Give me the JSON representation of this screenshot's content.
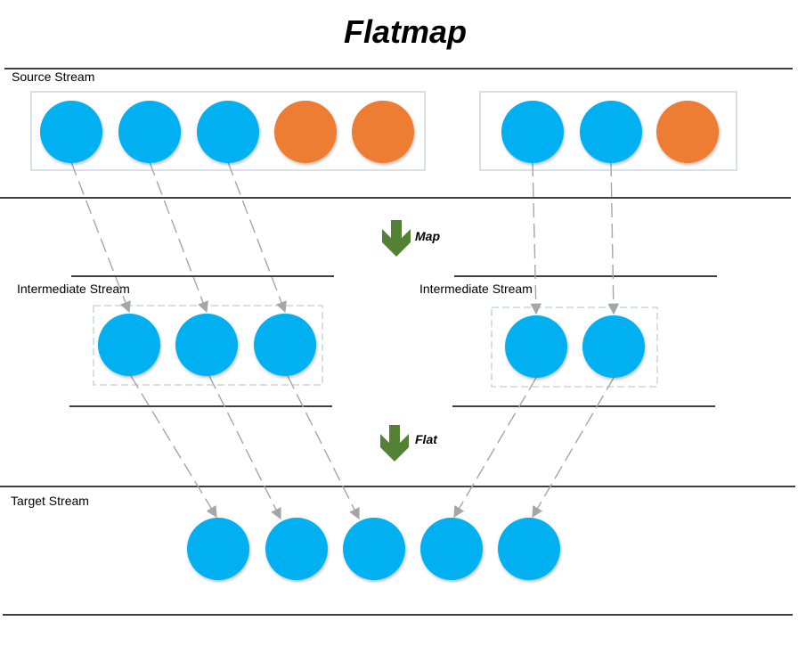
{
  "title": "Flatmap",
  "labels": {
    "source": "Source Stream",
    "intermediate_left": "Intermediate  Stream",
    "intermediate_right": "Intermediate  Stream",
    "target": "Target  Stream"
  },
  "operations": {
    "map": "Map",
    "flat": "Flat"
  },
  "colors": {
    "element": "#00B0F0",
    "filtered_element": "#ED7D31",
    "arrow": "#A6A6A6",
    "operator_arrow": "#548235",
    "rule": "#000000",
    "box_border": "#C9D6DD"
  },
  "source_groups": [
    [
      "blue",
      "blue",
      "blue",
      "orange",
      "orange"
    ],
    [
      "blue",
      "blue",
      "orange"
    ]
  ],
  "intermediate_groups": [
    [
      "blue",
      "blue",
      "blue"
    ],
    [
      "blue",
      "blue"
    ]
  ],
  "target_elements": [
    "blue",
    "blue",
    "blue",
    "blue",
    "blue"
  ]
}
